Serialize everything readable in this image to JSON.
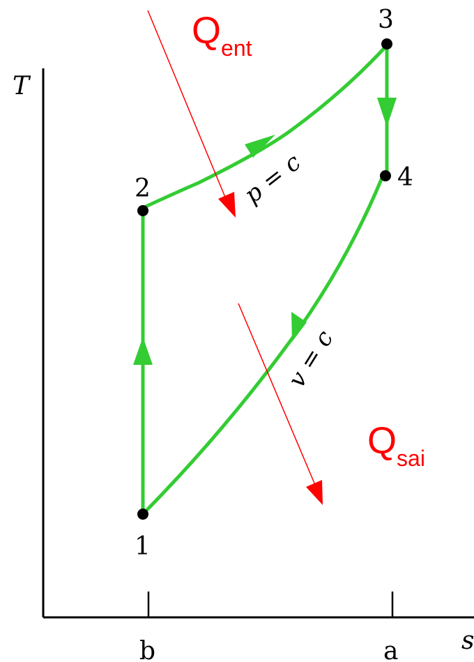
{
  "axes": {
    "y_label": "T",
    "x_label": "s",
    "x_ticks": [
      "b",
      "a"
    ]
  },
  "points": [
    "1",
    "2",
    "3",
    "4"
  ],
  "process_labels": {
    "constant_pressure": "p = c",
    "constant_volume": "v = c"
  },
  "heat": {
    "in": {
      "base": "Q",
      "sub": "ent"
    },
    "out": {
      "base": "Q",
      "sub": "sai"
    }
  },
  "colors": {
    "cycle": "#33cc33",
    "heat": "#ff0000",
    "axes": "#000000"
  }
}
